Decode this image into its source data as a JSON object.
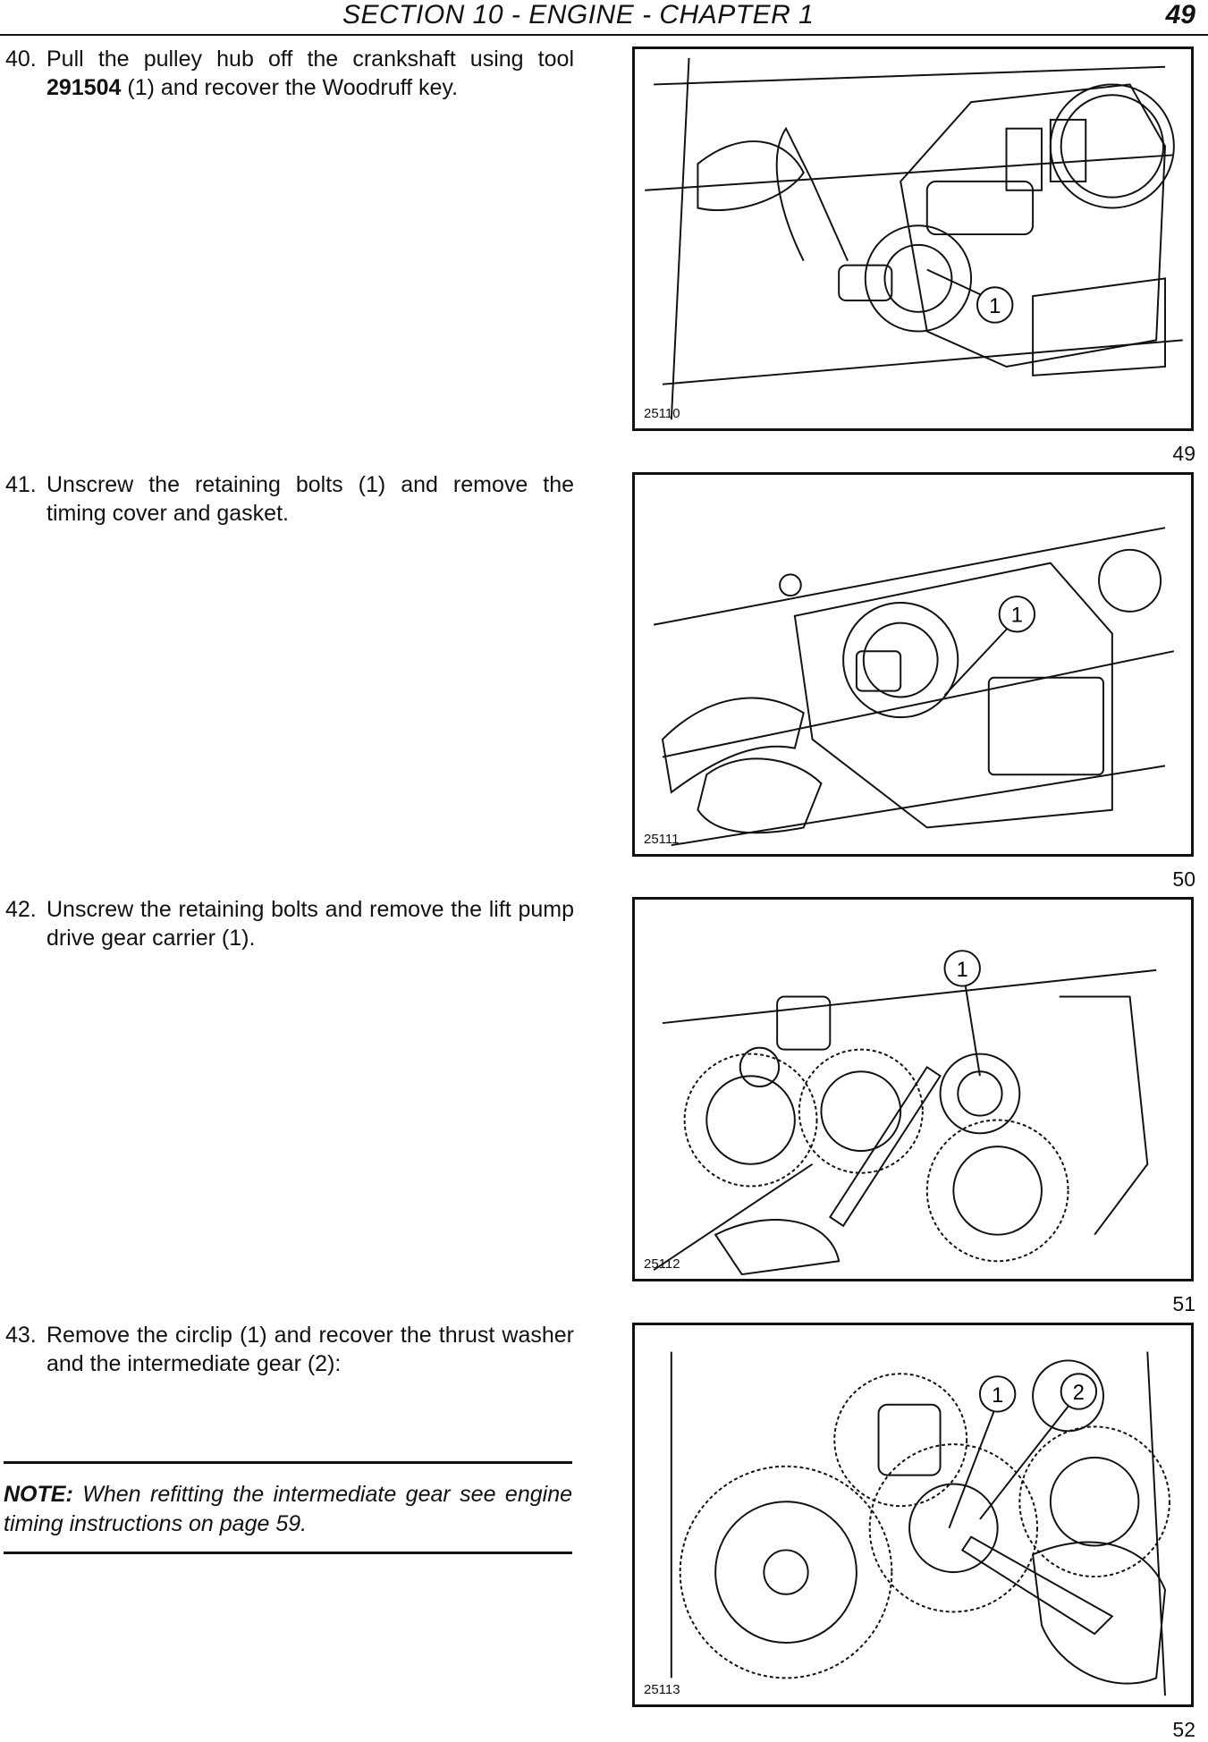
{
  "header": {
    "title": "SECTION 10 - ENGINE - CHAPTER 1",
    "page_number": "49"
  },
  "steps": [
    {
      "number": "40.",
      "text_before": "Pull the pulley hub off the crankshaft using tool ",
      "bold": "291504",
      "text_after": " (1) and recover the Woodruff key.",
      "figure": {
        "code": "25110",
        "number": "49",
        "callouts": [
          "1"
        ]
      }
    },
    {
      "number": "41.",
      "text_before": "Unscrew the retaining bolts (1) and remove the timing cover and gasket.",
      "bold": "",
      "text_after": "",
      "figure": {
        "code": "25111",
        "number": "50",
        "callouts": [
          "1"
        ]
      }
    },
    {
      "number": "42.",
      "text_before": "Unscrew the retaining bolts and remove the lift pump drive gear carrier (1).",
      "bold": "",
      "text_after": "",
      "figure": {
        "code": "25112",
        "number": "51",
        "callouts": [
          "1"
        ]
      }
    },
    {
      "number": "43.",
      "text_before": "Remove the circlip (1) and recover the thrust washer and the intermediate gear (2):",
      "bold": "",
      "text_after": "",
      "figure": {
        "code": "25113",
        "number": "52",
        "callouts": [
          "1",
          "2"
        ]
      }
    }
  ],
  "note": {
    "label": "NOTE:",
    "text": " When refitting the intermediate gear see engine timing instructions on page 59."
  }
}
